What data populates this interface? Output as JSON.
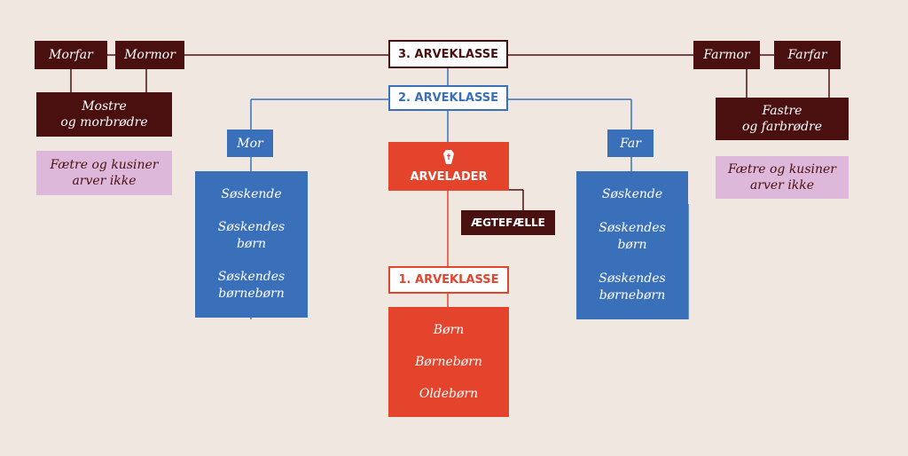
{
  "colors": {
    "background": "#f0e8e0",
    "dark": "#4a1010",
    "blue": "#3a70ba",
    "red": "#e4432c",
    "pink": "#ddb8da"
  },
  "class3": {
    "label": "3. ARVEKLASSE",
    "maternal": {
      "grandfather": "Morfar",
      "grandmother": "Mormor",
      "aunts_uncles": [
        "Mostre",
        "og morbrødre"
      ],
      "cousins": [
        "Fætre og kusiner",
        "arver ikke"
      ]
    },
    "paternal": {
      "grandmother": "Farmor",
      "grandfather": "Farfar",
      "aunts_uncles": [
        "Fastre",
        "og farbrødre"
      ],
      "cousins": [
        "Fætre og kusiner",
        "arver ikke"
      ]
    }
  },
  "class2": {
    "label": "2. ARVEKLASSE",
    "mother": "Mor",
    "father": "Far",
    "mother_line": {
      "siblings": "Søskende",
      "siblings_children": [
        "Søskendes",
        "børn"
      ],
      "siblings_grandchildren": [
        "Søskendes",
        "børnebørn"
      ]
    },
    "father_line": {
      "siblings": "Søskende",
      "siblings_children": [
        "Søskendes",
        "børn"
      ],
      "siblings_grandchildren": [
        "Søskendes",
        "børnebørn"
      ]
    }
  },
  "deceased": {
    "label": "ARVELADER",
    "icon": "coffin-icon"
  },
  "spouse": {
    "label": "ÆGTEFÆLLE"
  },
  "class1": {
    "label": "1. ARVEKLASSE",
    "children": "Børn",
    "grandchildren": "Børnebørn",
    "great_grandchildren": "Oldebørn"
  }
}
